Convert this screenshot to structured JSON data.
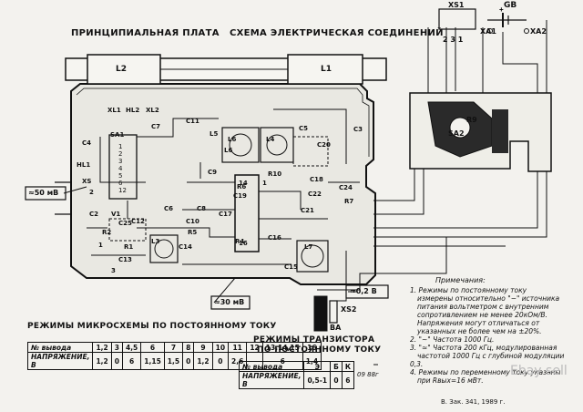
{
  "header": {
    "left_title": "ПРИНЦИПИАЛЬНАЯ ПЛАТА",
    "right_title": "СХЕМА  ЭЛЕКТРИЧЕСКАЯ СОЕДИНЕНИЙ"
  },
  "board": {
    "antenna_labels": [
      "L2",
      "L1"
    ],
    "components": [
      "XL1",
      "HL2",
      "XL2",
      "C7",
      "C11",
      "C5",
      "C3",
      "C4",
      "SA1",
      "HL1",
      "L6",
      "L4",
      "C20",
      "C9",
      "C8",
      "R10",
      "C18",
      "R6",
      "C19",
      "C22",
      "C24",
      "XS",
      "R7",
      "C2",
      "C6",
      "V1",
      "C17",
      "C21",
      "C25",
      "C10",
      "R4",
      "C16",
      "R2",
      "R1",
      "C14",
      "R5",
      "L3",
      "C13",
      "L7",
      "C12",
      "C15",
      "L5",
      "L6",
      "1",
      "3",
      "2",
      "14",
      "1",
      "16"
    ],
    "sa1_pins": [
      "1",
      "2",
      "3",
      "4",
      "5",
      "6",
      "12"
    ],
    "voltage_tags": [
      "≈50 мВ",
      "≈30 мВ",
      "≈0,2 В"
    ]
  },
  "connector": {
    "xs1": "XS1",
    "gb": "GB",
    "xa1": "XA1",
    "xa2": "XA2",
    "pins": "2 3 1",
    "r9": "R9",
    "sa2": "SA2",
    "xs2": "XS2",
    "ba": "BA"
  },
  "notes": {
    "title": "Примечания:",
    "lines": [
      "1. Режимы по постоянному току",
      "измерены относительно \"−\" источника",
      "питания вольтметром с внутренним",
      "сопротивлением не менее 20кОм/В.",
      "Напряжения могут отличаться от",
      "указанных не более чем на ±20%.",
      "2. \"~\" Частота 1000 Гц.",
      "3. \"≈\" Частота 200 кГц, модулированная",
      "частотой 1000 Гц с глубиной модуляции",
      "0,3.",
      "4. Режимы по переменному току указаны",
      "при Rвых=16 мВт."
    ]
  },
  "chip_modes": {
    "title": "РЕЖИМЫ МИКРОСХЕМЫ ПО ПОСТОЯННОМУ ТОКУ",
    "row1_label": "№ вывода",
    "row2_label": "НАПРЯЖЕНИЕ, В",
    "pins": [
      "1,2",
      "3",
      "4,5",
      "6",
      "7",
      "8",
      "9",
      "10",
      "11",
      "12",
      "13,14,15",
      "16"
    ],
    "values": [
      "1,2",
      "0",
      "6",
      "1,15",
      "1,5",
      "0",
      "1,2",
      "0",
      "2,6",
      "",
      "6",
      "1,4"
    ]
  },
  "transistor_modes": {
    "title_line1": "РЕЖИМЫ ТРАНЗИСТОРА",
    "title_line2": "ПО ПОСТОЯННОМУ ТОКУ",
    "row1_label": "№ вывода",
    "row2_label": "НАПРЯЖЕНИЕ, В",
    "pins": [
      "Э",
      "Б",
      "К"
    ],
    "values": [
      "0,5-1",
      "0",
      "6"
    ]
  },
  "footer": {
    "code": "09 88г",
    "order": "В. Зак. 341, 1989 г.",
    "watermark": "Ebay sell"
  }
}
